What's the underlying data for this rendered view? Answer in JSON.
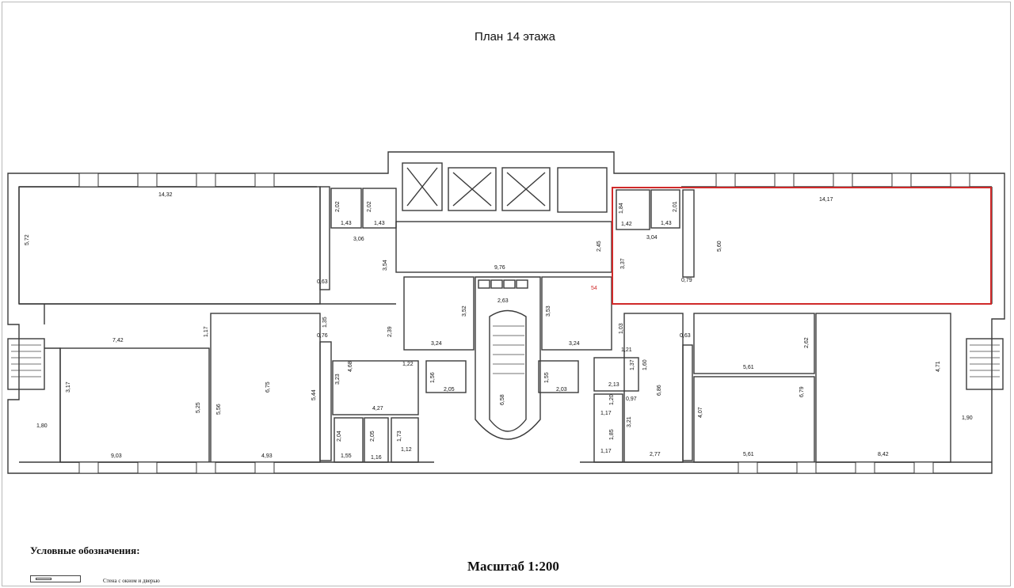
{
  "plan": {
    "title": "План 14 этажа",
    "scale_label": "Масштаб 1:200",
    "legend_title": "Условные обозначения:",
    "legend_items": [
      "Стена с окном и дверью"
    ],
    "highlight_color": "#d02a2a"
  },
  "dims": {
    "d14_32": "14,32",
    "d5_72": "5,72",
    "d2_02a": "2,02",
    "d2_02b": "2,02",
    "d1_43a": "1,43",
    "d1_43b": "1,43",
    "d3_06": "3,06",
    "d0_63a": "0,63",
    "d3_54": "3,54",
    "d9_76": "9,76",
    "d2_45": "2,45",
    "d2_63": "2,63",
    "d3_52": "3,52",
    "d3_53": "3,53",
    "d2_39": "2,39",
    "d3_24a": "3,24",
    "d3_24b": "3,24",
    "d1_56a": "1,56",
    "d2_05": "2,05",
    "d6_58": "6,58",
    "d1_55": "1,55",
    "d2_03": "2,03",
    "d14_17": "14,17",
    "d1_84": "1,84",
    "d2_01": "2,01",
    "d1_42": "1,42",
    "d1_43c": "1,43",
    "d3_04": "3,04",
    "d3_37": "3,37",
    "d5_60": "5,60",
    "d0_79": "0,79",
    "d54": "54",
    "d7_42": "7,42",
    "d1_17a": "1,17",
    "d1_35": "1,35",
    "d0_76": "0,76",
    "d3_17": "3,17",
    "d5_25": "5,25",
    "d5_56": "5,56",
    "d6_75": "6,75",
    "d5_44": "5,44",
    "d3_23": "3,23",
    "d4_68": "4,68",
    "d1_22": "1,22",
    "d4_27": "4,27",
    "d1_80": "1,80",
    "d9_03": "9,03",
    "d4_93": "4,93",
    "d2_04": "2,04",
    "d2_05b": "2,05",
    "d1_73": "1,73",
    "d1_55b": "1,55",
    "d1_16": "1,16",
    "d1_12": "1,12",
    "d1_03": "1,03",
    "d0_63b": "0,63",
    "d2_62": "2,62",
    "d1_21": "1,21",
    "d1_37": "1,37",
    "d1_60": "1,60",
    "d5_61a": "5,61",
    "d4_71": "4,71",
    "d2_13": "2,13",
    "d6_86": "6,86",
    "d0_97": "0,97",
    "d6_79": "6,79",
    "d1_20": "1,20",
    "d1_17b": "1,17",
    "d3_21": "3,21",
    "d4_07": "4,07",
    "d1_85": "1,85",
    "d1_17c": "1,17",
    "d2_77": "2,77",
    "d5_61b": "5,61",
    "d8_42": "8,42",
    "d1_90": "1,90"
  }
}
